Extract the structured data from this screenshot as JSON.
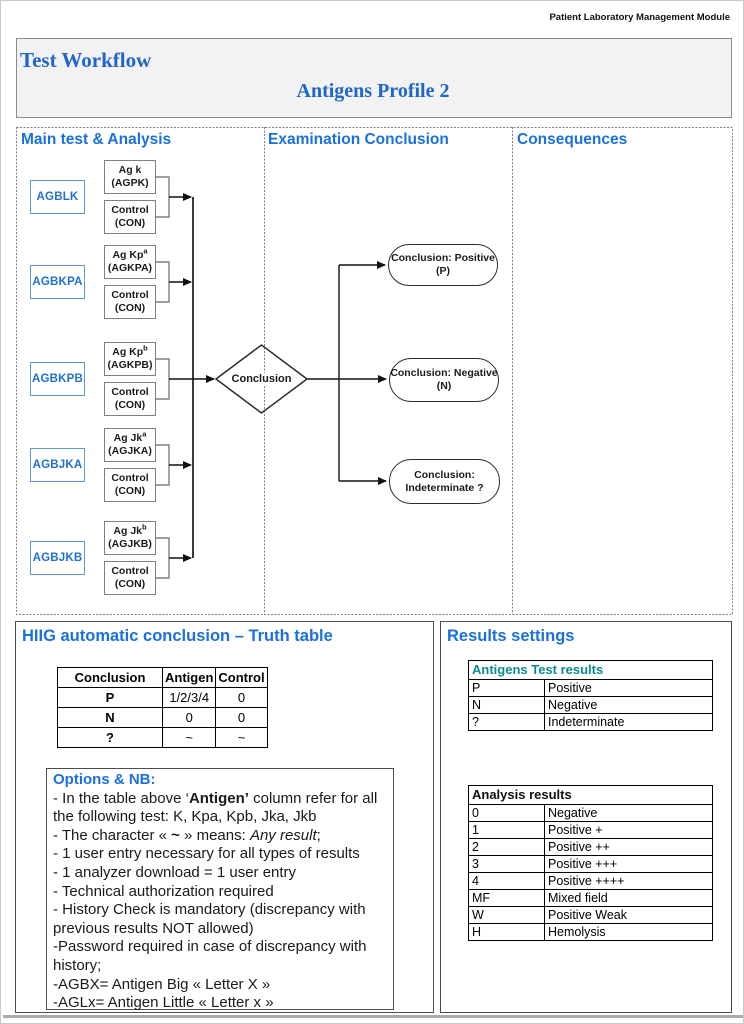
{
  "page": {
    "module_label": "Patient Laboratory Management Module",
    "title_left": "Test Workflow",
    "title_center": "Antigens Profile 2"
  },
  "colors": {
    "heading_blue": "#1A70DC",
    "serif_title_blue": "#2065C9",
    "code_text_blue": "#2070D0",
    "code_border_blue": "#5B9BD5",
    "teal_header": "#0C8B8C",
    "bracket_gray": "#7F7F7F",
    "connector_black": "#111111",
    "collector_gray": "#3A3A3A",
    "dashed_gray": "#808080"
  },
  "diagram": {
    "columns": [
      "Main test & Analysis",
      "Examination Conclusion",
      "Consequences"
    ],
    "tests": [
      {
        "code": "AGBLK",
        "antigen": {
          "name": "Ag k",
          "sup": "",
          "id": "(AGPK)"
        },
        "control": {
          "name": "Control",
          "id": "(CON)"
        }
      },
      {
        "code": "AGBKPA",
        "antigen": {
          "name": "Ag Kp",
          "sup": "a",
          "id": "(AGKPA)"
        },
        "control": {
          "name": "Control",
          "id": "(CON)"
        }
      },
      {
        "code": "AGBKPB",
        "antigen": {
          "name": "Ag Kp",
          "sup": "b",
          "id": "(AGKPB)"
        },
        "control": {
          "name": "Control",
          "id": "(CON)"
        }
      },
      {
        "code": "AGBJKA",
        "antigen": {
          "name": "Ag Jk",
          "sup": "a",
          "id": "(AGJKA)"
        },
        "control": {
          "name": "Control",
          "id": "(CON)"
        }
      },
      {
        "code": "AGBJKB",
        "antigen": {
          "name": "Ag Jk",
          "sup": "b",
          "id": "(AGJKB)"
        },
        "control": {
          "name": "Control",
          "id": "(CON)"
        }
      }
    ],
    "decision": "Conclusion",
    "outcomes": [
      {
        "line1": "Conclusion: Positive",
        "line2": "(P)"
      },
      {
        "line1": "Conclusion: Negative",
        "line2": "(N)"
      },
      {
        "line1": "Conclusion:",
        "line2": "Indeterminate ?"
      }
    ]
  },
  "truth_table": {
    "title": "HIIG automatic conclusion – Truth table",
    "headers": [
      "Conclusion",
      "Antigen",
      "Control"
    ],
    "rows": [
      [
        "P",
        "1/2/3/4",
        "0"
      ],
      [
        "N",
        "0",
        "0"
      ],
      [
        "?",
        "~",
        "~"
      ]
    ]
  },
  "options": {
    "title": "Options & NB:",
    "items": [
      "- In the table above ‘**Antigen’** column refer for all the following test: K, Kpa, Kpb, Jka, Jkb",
      "- The character « **~** » means: _Any result_;",
      "- 1 user entry necessary for all types of results",
      "- 1 analyzer download = 1 user entry",
      "- Technical authorization required",
      "- History Check is mandatory (discrepancy with previous results NOT allowed)",
      "-Password required in case of discrepancy with history;",
      "-AGBX= Antigen Big « Letter X »",
      "-AGLx= Antigen Little « Letter x »"
    ]
  },
  "results_settings": {
    "title": "Results settings",
    "antigens_table": {
      "header": "Antigens Test results",
      "rows": [
        [
          "P",
          "Positive"
        ],
        [
          "N",
          "Negative"
        ],
        [
          "?",
          "Indeterminate"
        ]
      ]
    },
    "analysis_table": {
      "header": "Analysis results",
      "rows": [
        [
          "0",
          "Negative"
        ],
        [
          "1",
          "Positive +"
        ],
        [
          "2",
          "Positive ++"
        ],
        [
          "3",
          "Positive +++"
        ],
        [
          "4",
          "Positive ++++"
        ],
        [
          "MF",
          "Mixed field"
        ],
        [
          "W",
          "Positive Weak"
        ],
        [
          "H",
          "Hemolysis"
        ]
      ]
    }
  }
}
